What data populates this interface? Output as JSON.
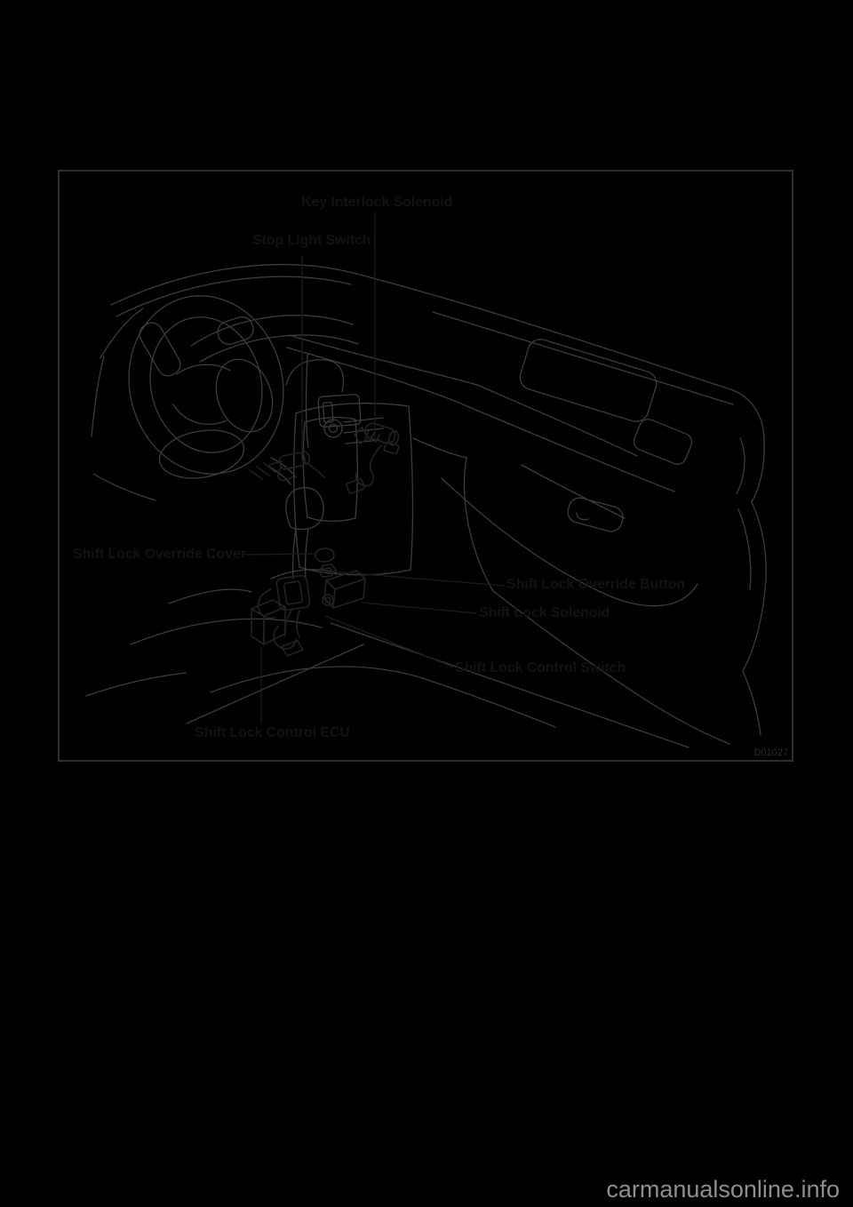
{
  "page": {
    "background_color": "#000000",
    "watermark": "carmanualsonline.info",
    "watermark_color": "#8e8e8e"
  },
  "figure": {
    "code": "D01027",
    "background_color": "#ffffff",
    "border_color": "#2e2e2e",
    "line_art_color": "#3c3c3c",
    "labels": {
      "key_interlock_solenoid": "Key Interlock Solenoid",
      "stop_light_switch": "Stop Light Switch",
      "shift_lock_override_cover": "Shift Lock Override Cover",
      "shift_lock_override_button": "Shift Lock Override Button",
      "shift_lock_solenoid": "Shift Lock Solenoid",
      "shift_lock_control_switch": "Shift Lock Control Switch",
      "shift_lock_control_ecu": "Shift Lock Control ECU"
    }
  }
}
